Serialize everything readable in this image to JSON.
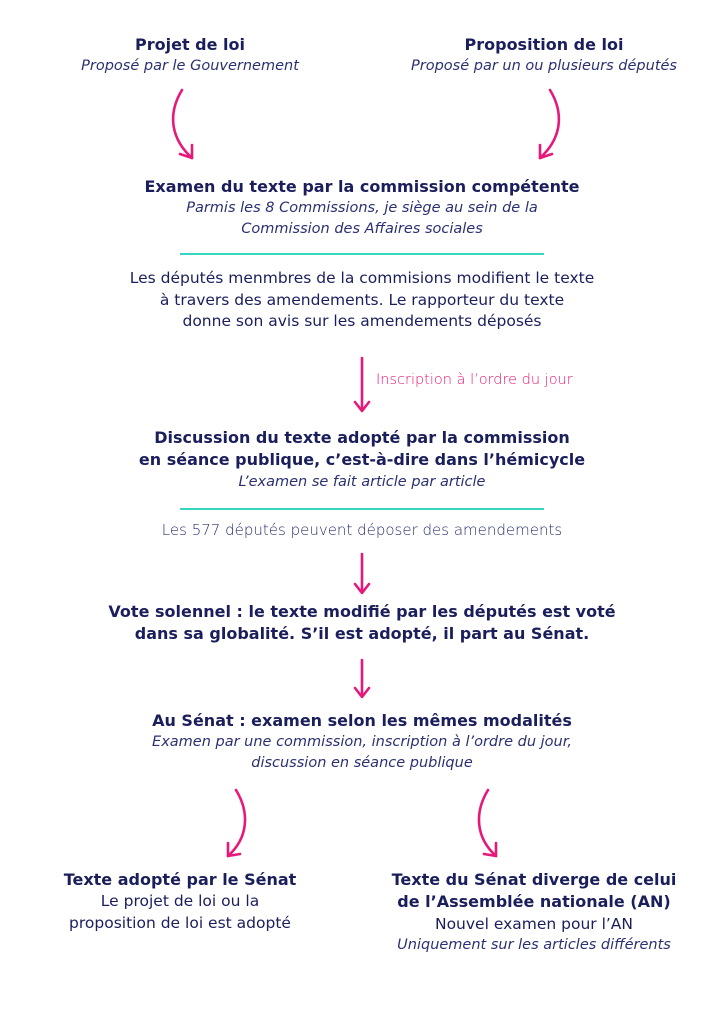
{
  "colors": {
    "text": "#1a1f5c",
    "accent_arrow": "#e6197a",
    "divider": "#34d6c2"
  },
  "nodes": {
    "projet": {
      "title": "Projet de loi",
      "subtitle": "Proposé par le Gouvernement"
    },
    "proposition": {
      "title": "Proposition de loi",
      "subtitle": "Proposé par un ou plusieurs députés"
    },
    "examen_commission": {
      "title": "Examen du texte par la commission compétente",
      "subtitle_line1": "Parmis les 8 Commissions, je siège au sein de la",
      "subtitle_line2": "Commission des Affaires sociales",
      "body_line1": "Les députés menmbres de la commisions modifient le texte",
      "body_line2": "à travers des amendements. Le rapporteur du texte",
      "body_line3": "donne son avis sur les amendements déposés"
    },
    "inscription_label": "Inscription à l’ordre du jour",
    "discussion": {
      "title_line1": "Discussion du texte adopté par la commission",
      "title_line2": "en séance publique, c’est-à-dire dans l’hémicycle",
      "subtitle": "L’examen se fait article par article",
      "body": "Les 577 députés peuvent déposer des amendements"
    },
    "vote": {
      "line1": "Vote solennel : le texte modifié par les députés est voté",
      "line2": "dans sa globalité. S’il est adopté, il part au Sénat."
    },
    "senat": {
      "title": "Au Sénat : examen selon les mêmes modalités",
      "subtitle_line1": "Examen par une commission, inscription à l’ordre du jour,",
      "subtitle_line2": "discussion en séance publique"
    },
    "adopte": {
      "title": "Texte adopté par le Sénat",
      "body_line1": "Le projet de loi ou la",
      "body_line2": "proposition de loi est adopté"
    },
    "diverge": {
      "title_line1": "Texte du Sénat diverge de celui",
      "title_line2": "de l’Assemblée nationale (AN)",
      "body": "Nouvel examen pour l’AN",
      "subtitle": "Uniquement sur les articles différents"
    }
  }
}
